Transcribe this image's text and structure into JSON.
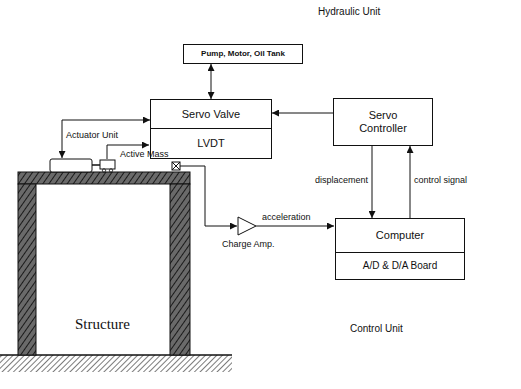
{
  "diagram": {
    "nodes": [
      {
        "text": [
          "Pump, Motor, Oil Tank"
        ]
      },
      {
        "text": [
          "Servo Valve"
        ]
      },
      {
        "text": [
          "LVDT"
        ]
      },
      {
        "text": [
          "Servo Controller"
        ]
      },
      {
        "text": [
          "Computer"
        ]
      },
      {
        "text": [
          "A/D & D/A Board"
        ]
      },
      {
        "text": [
          "Structure"
        ]
      }
    ],
    "edges": [
      {
        "from": 0,
        "to": 1,
        "arrow": "both"
      },
      {
        "from": 3,
        "to": 1,
        "arrow": "to"
      },
      {
        "from": 3,
        "to": 4,
        "label": "displacement",
        "arrow": "to"
      },
      {
        "from": 4,
        "to": 3,
        "label": "control signal",
        "arrow": "to"
      }
    ],
    "labels": [
      "Hydraulic Unit",
      "Actuator Unit",
      "Active Mass",
      "acceleration",
      "Charge Amp.",
      "Control Unit"
    ]
  }
}
